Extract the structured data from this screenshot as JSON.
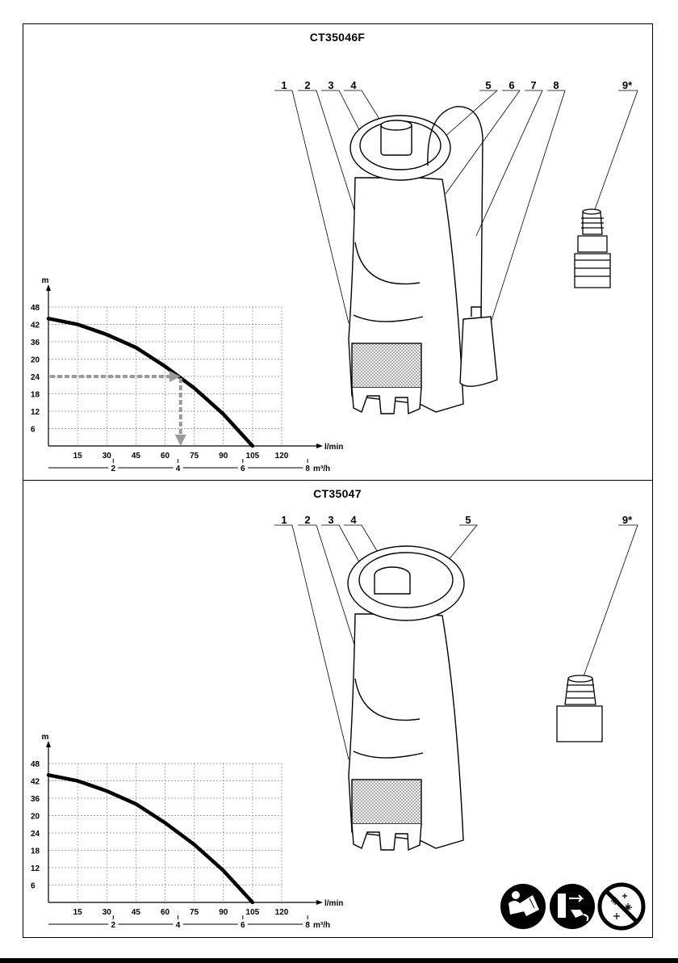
{
  "colors": {
    "line": "#000000",
    "grid": "#888888",
    "arrow": "#9a9a9a",
    "pump_fill": "#ffffff",
    "mesh": "#bcbcbc"
  },
  "sections": [
    {
      "model": "CT35046F",
      "parts": [
        "1",
        "2",
        "3",
        "4",
        "5",
        "6",
        "7",
        "8",
        "9*"
      ],
      "chart_data": {
        "type": "line",
        "title": "",
        "ylabel": "m",
        "xlabel": "l/min",
        "xlabel2": "m³/h",
        "yticks": [
          "48",
          "42",
          "36",
          "20",
          "24",
          "18",
          "12",
          "6"
        ],
        "xticks": [
          "15",
          "30",
          "45",
          "60",
          "75",
          "90",
          "105",
          "120"
        ],
        "x2ticks": [
          "2",
          "4",
          "6",
          "8"
        ],
        "xlim": [
          0,
          120
        ],
        "ylim": [
          0,
          48
        ],
        "grid": true,
        "series": [
          {
            "x": [
              0,
              15,
              30,
              45,
              60,
              75,
              90,
              105
            ],
            "y": [
              44,
              42,
              38.5,
              34,
              27.5,
              20,
              11,
              0
            ]
          }
        ],
        "annotation": {
          "x": 68,
          "y": 24
        }
      }
    },
    {
      "model": "CT35047",
      "parts": [
        "1",
        "2",
        "3",
        "4",
        "5",
        "9*"
      ],
      "chart_data": {
        "type": "line",
        "title": "",
        "ylabel": "m",
        "xlabel": "l/min",
        "xlabel2": "m³/h",
        "yticks": [
          "48",
          "42",
          "36",
          "20",
          "24",
          "18",
          "12",
          "6"
        ],
        "xticks": [
          "15",
          "30",
          "45",
          "60",
          "75",
          "90",
          "105",
          "120"
        ],
        "x2ticks": [
          "2",
          "4",
          "6",
          "8"
        ],
        "xlim": [
          0,
          120
        ],
        "ylim": [
          0,
          48
        ],
        "grid": true,
        "series": [
          {
            "x": [
              0,
              15,
              30,
              45,
              60,
              75,
              90,
              105
            ],
            "y": [
              44,
              42,
              38.5,
              34,
              27.5,
              20,
              11,
              0
            ]
          }
        ]
      }
    }
  ],
  "icons": [
    "read-manual-icon",
    "unplug-before-service-icon",
    "no-frost-icon"
  ]
}
